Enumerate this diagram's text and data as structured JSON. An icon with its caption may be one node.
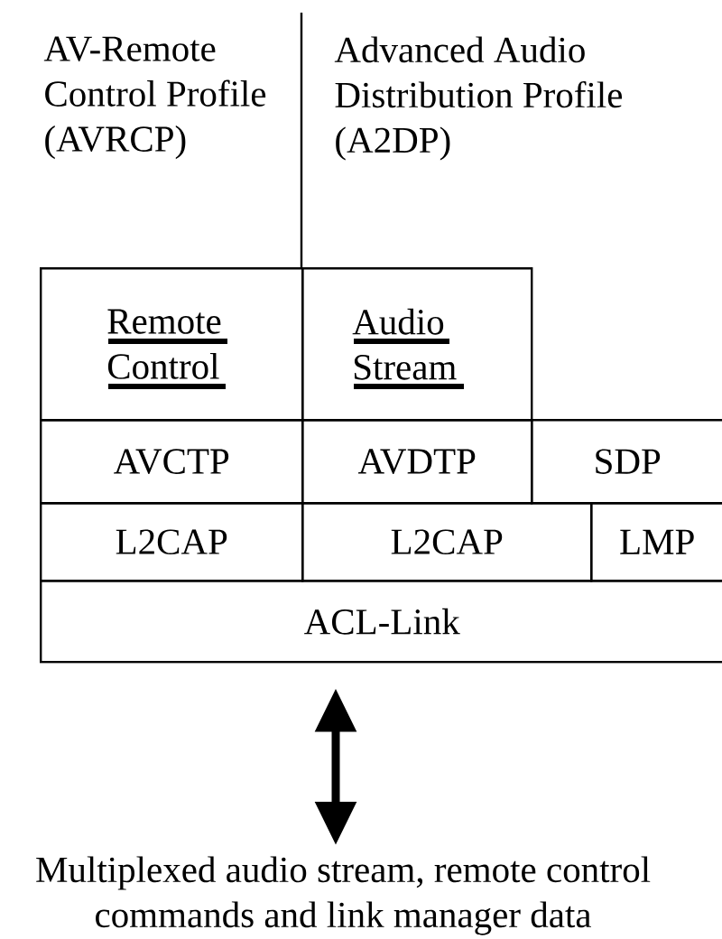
{
  "diagram": {
    "nodes": [
      {
        "text": [
          "AV-Remote Control Profile (AVRCP)"
        ]
      },
      {
        "text": [
          "Advanced Audio Distribution Profile (A2DP)"
        ]
      },
      {
        "text": [
          "Remote Control"
        ]
      },
      {
        "text": [
          "Audio Stream"
        ]
      },
      {
        "text": [
          "AVCTP"
        ]
      },
      {
        "text": [
          "AVDTP"
        ]
      },
      {
        "text": [
          "SDP"
        ]
      },
      {
        "text": [
          "L2CAP"
        ]
      },
      {
        "text": [
          "L2CAP"
        ]
      },
      {
        "text": [
          "LMP"
        ]
      },
      {
        "text": [
          "ACL-Link"
        ]
      },
      {
        "text": [
          "Multiplexed audio stream, remote control commands and link manager data"
        ]
      }
    ],
    "edges": [
      {
        "from": 10,
        "to": 11,
        "arrow": "both"
      }
    ]
  }
}
